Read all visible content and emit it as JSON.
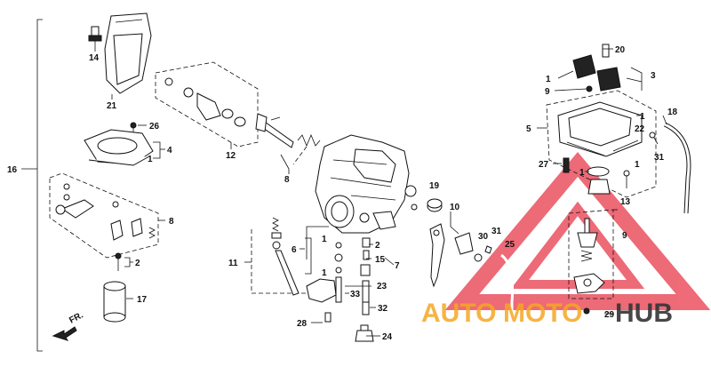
{
  "diagram": {
    "callouts": [
      "16",
      "14",
      "21",
      "26",
      "4",
      "1",
      "8",
      "2",
      "17",
      "12",
      "8",
      "19",
      "10",
      "6",
      "1",
      "1",
      "2",
      "15",
      "11",
      "23",
      "33",
      "28",
      "32",
      "24",
      "7",
      "31",
      "30",
      "25",
      "20",
      "1",
      "3",
      "9",
      "18",
      "5",
      "1",
      "22",
      "27",
      "1",
      "1",
      "31",
      "13",
      "9",
      "29"
    ],
    "front_arrow": "FR.",
    "colors": {
      "watermark_red": "#e8394a",
      "watermark_orange": "#f5a623",
      "line": "#111111"
    }
  },
  "watermark": {
    "part1": "AUTO",
    "part2": "MOTO",
    "part3": "HUB"
  }
}
